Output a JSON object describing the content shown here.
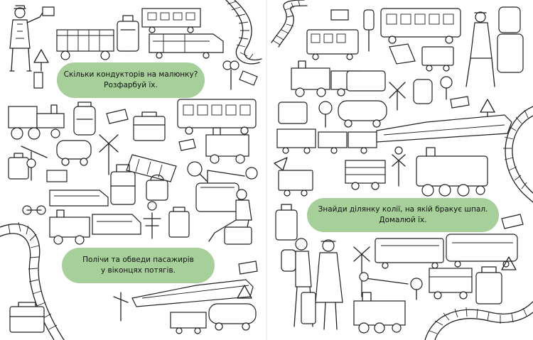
{
  "bubbles": {
    "conductors": {
      "line1": "Скільки кондукторів на малюнку?",
      "line2": "Розфарбуй їх."
    },
    "sleepers": {
      "line1": "Знайди ділянку колії, на якій бракує шпал.",
      "line2": "Домалюй їх."
    },
    "passengers": {
      "line1": "Полічи та обведи пасажирів",
      "line2": "у віконцях потягів."
    }
  },
  "colors": {
    "bubble": "#a7cf9a",
    "ink": "#222222",
    "paper": "#ffffff"
  }
}
